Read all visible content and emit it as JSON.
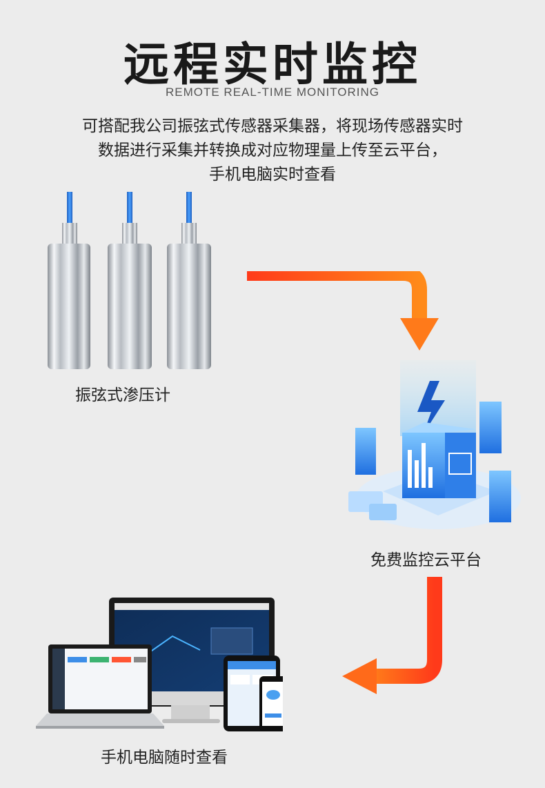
{
  "header": {
    "title": "远程实时监控",
    "subtitle": "REMOTE REAL-TIME MONITORING"
  },
  "description": {
    "lines": [
      "可搭配我公司振弦式传感器采集器，将现场传感器实时",
      "数据进行采集并转换成对应物理量上传至云平台，",
      "手机电脑实时查看"
    ]
  },
  "flow": {
    "sensor_label": "振弦式渗压计",
    "cloud_label": "免费监控云平台",
    "devices_label": "手机电脑随时查看"
  },
  "colors": {
    "arrow_start": "#ff3a1a",
    "arrow_end": "#ff8a1a",
    "cloud_blue": "#2f8ef0",
    "cable_blue": "#2a7be0"
  }
}
